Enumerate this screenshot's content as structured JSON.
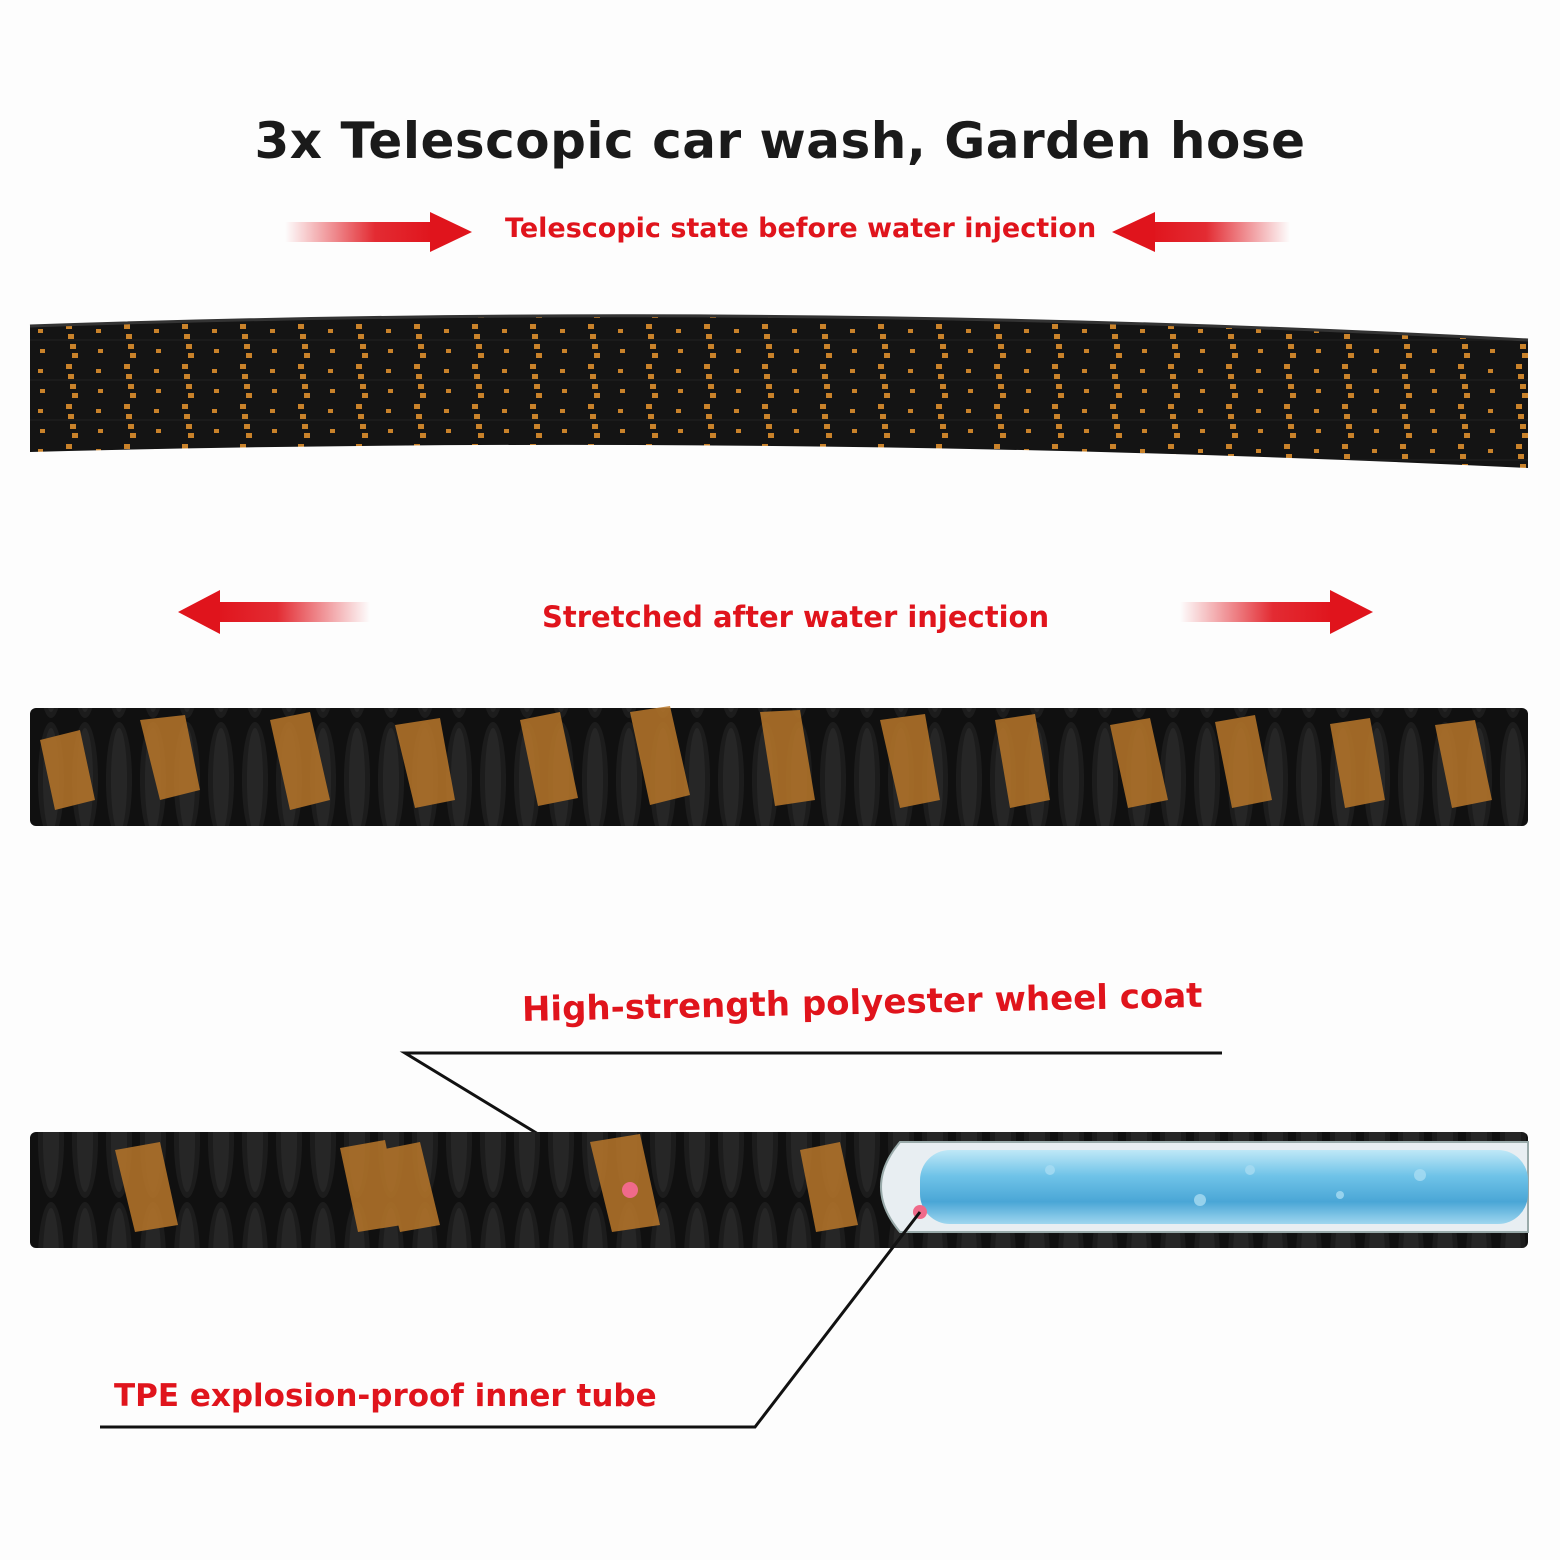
{
  "title": "3x Telescopic car wash, Garden hose",
  "labels": {
    "before_injection": "Telescopic state before water injection",
    "after_injection": "Stretched after water injection",
    "outer_coat": "High-strength polyester wheel coat",
    "inner_tube": "TPE explosion-proof inner tube"
  },
  "colors": {
    "label_red": "#e0141c",
    "hose_black": "#111111",
    "weave_orange": "#c9822a",
    "inner_tube_blue": "#6fc3e8"
  },
  "icons": [
    "arrow-right-icon",
    "arrow-left-icon"
  ]
}
